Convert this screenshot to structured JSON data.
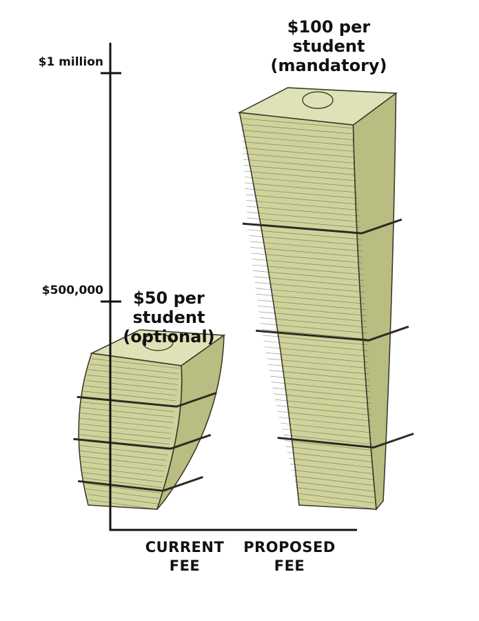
{
  "colors": {
    "axis": "#111111",
    "stack_face": "#cfd29a",
    "stack_side": "#b9bd82",
    "stack_top": "#dfe1b6",
    "stack_line": "#3a3a2a",
    "band": "#2b2b22"
  },
  "chart_data": {
    "type": "bar",
    "categories": [
      {
        "lines": [
          "CURRENT",
          "FEE"
        ]
      },
      {
        "lines": [
          "PROPOSED",
          "FEE"
        ]
      }
    ],
    "values": [
      420000,
      950000
    ],
    "bar_labels": [
      {
        "lines": [
          "$50 per",
          "student",
          "(optional)"
        ]
      },
      {
        "lines": [
          "$100 per",
          "student",
          "(mandatory)"
        ]
      }
    ],
    "yticks": [
      {
        "value": 500000,
        "label": "$500,000"
      },
      {
        "value": 1000000,
        "label": "$1 million"
      }
    ],
    "ylim": [
      0,
      1000000
    ],
    "title": "",
    "xlabel": "",
    "ylabel": ""
  }
}
